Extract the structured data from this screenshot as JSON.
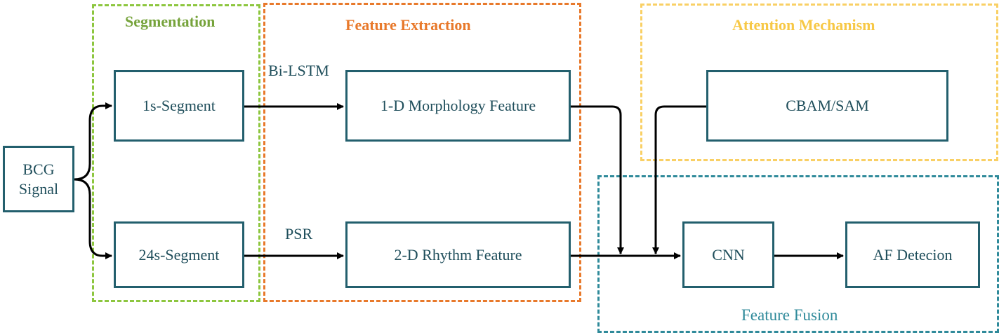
{
  "groups": {
    "segmentation": "Segmentation",
    "feature_extraction": "Feature Extraction",
    "attention_mechanism": "Attention Mechanism",
    "feature_fusion": "Feature Fusion"
  },
  "nodes": {
    "bcg_signal": "BCG\nSignal",
    "segment_1s": "1s-Segment",
    "segment_24s": "24s-Segment",
    "morphology_feature": "1-D Morphology Feature",
    "rhythm_feature": "2-D Rhythm Feature",
    "cbam_sam": "CBAM/SAM",
    "cnn": "CNN",
    "af_detection": "AF Detecion"
  },
  "edge_labels": {
    "bilstm": "Bi-LSTM",
    "psr": "PSR"
  },
  "colors": {
    "segmentation": "#8dc63f",
    "feature_extraction": "#e8792b",
    "attention_mechanism": "#f9d065",
    "feature_fusion": "#2f8a9a",
    "box_border": "#235f6d",
    "arrow": "#000000"
  }
}
